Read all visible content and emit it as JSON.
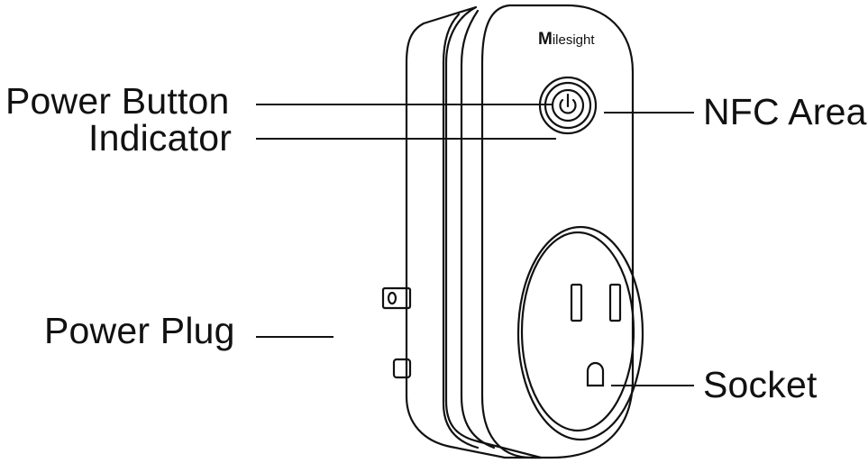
{
  "labels": {
    "power_button": "Power Button",
    "indicator": "Indicator",
    "power_plug": "Power Plug",
    "nfc_area": "NFC Area",
    "socket": "Socket"
  },
  "brand": {
    "logo_text": "Milesight"
  },
  "colors": {
    "line": "#111111",
    "background": "#ffffff"
  }
}
